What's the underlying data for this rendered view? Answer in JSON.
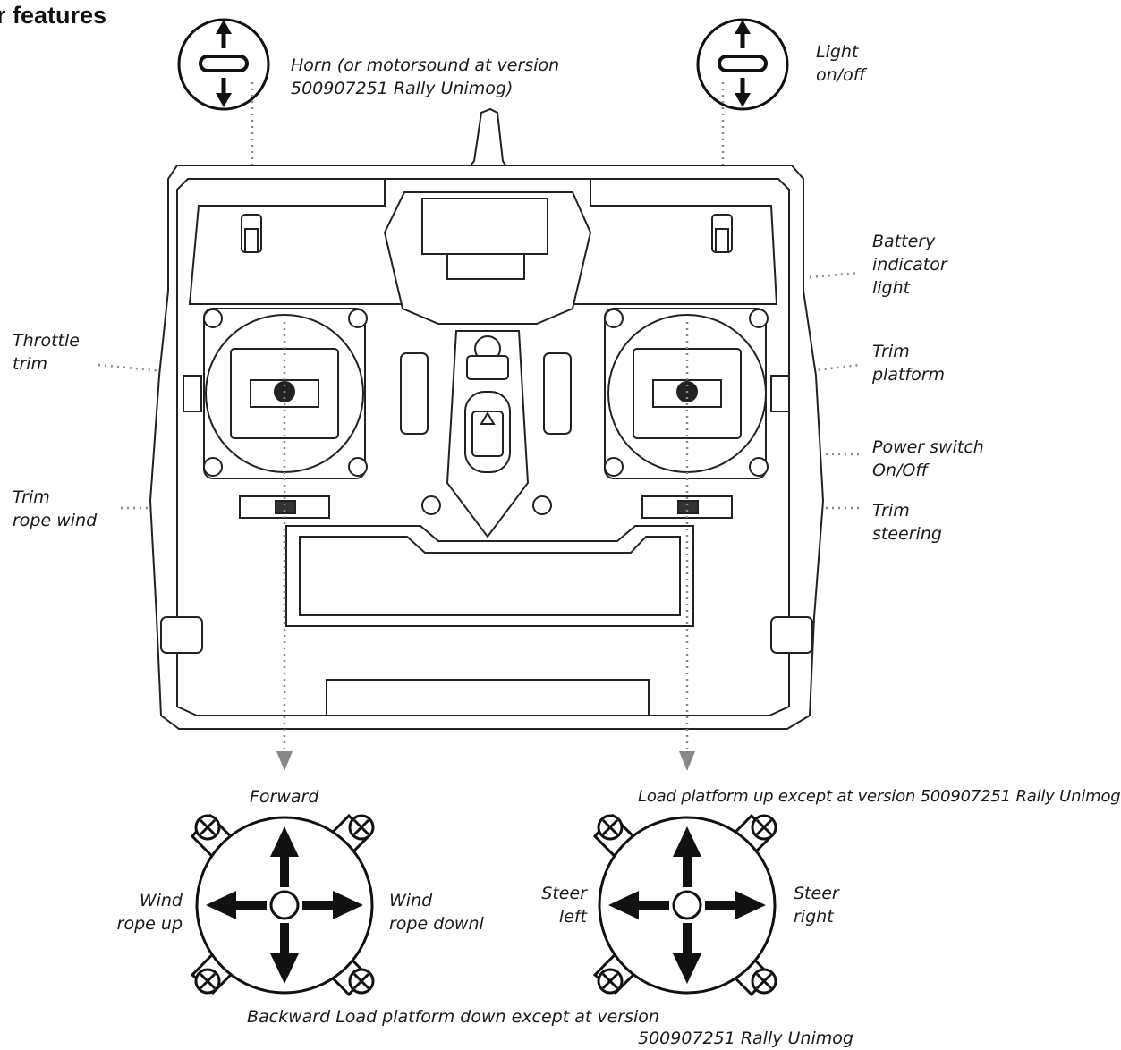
{
  "heading": "r features",
  "labels": {
    "horn": [
      "Horn (or motorsound at version",
      "500907251 Rally Unimog)"
    ],
    "light": [
      "Light",
      "on/off"
    ],
    "battery": [
      "Battery",
      "indicator",
      "light"
    ],
    "throttle_trim": [
      "Throttle",
      "trim"
    ],
    "trim_platform": [
      "Trim",
      "platform"
    ],
    "power_switch": [
      "Power switch",
      "On/Off"
    ],
    "trim_rope_wind": [
      "Trim",
      "rope wind"
    ],
    "trim_steering": [
      "Trim",
      "steering"
    ]
  },
  "left_stick": {
    "up": "Forward",
    "left": [
      "Wind",
      "rope up"
    ],
    "right": [
      "Wind",
      "rope downl"
    ],
    "down": "Backward Load platform down except at version"
  },
  "right_stick": {
    "up": "Load platform up except at version 500907251 Rally Unimog",
    "left": [
      "Steer",
      "left"
    ],
    "right": [
      "Steer",
      "right"
    ],
    "down": "500907251 Rally Unimog"
  }
}
